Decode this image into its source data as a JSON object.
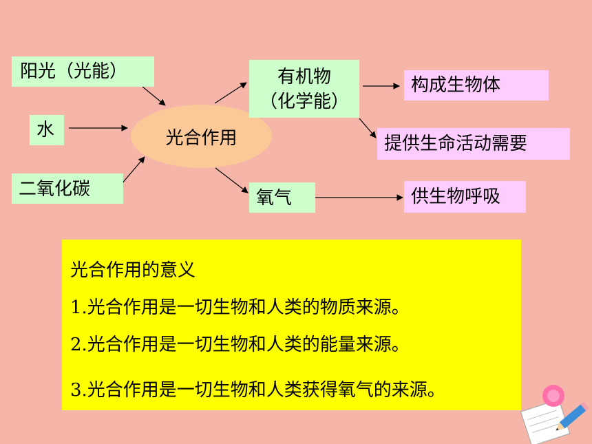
{
  "inputs": {
    "sunlight": "阳光（光能）",
    "water": "水",
    "co2": "二氧化碳"
  },
  "center": "光合作用",
  "outputs": {
    "organic_line1": "有机物",
    "organic_line2": "（化学能）",
    "oxygen": "氧气"
  },
  "destinations": {
    "body": "构成生物体",
    "life": "提供生命活动需要",
    "breath": "供生物呼吸"
  },
  "meaning": {
    "title": "光合作用的意义",
    "items": [
      "1.光合作用是一切生物和人类的物质来源。",
      "2.光合作用是一切生物和人类的能量来源。",
      "3.光合作用是一切生物和人类获得氧气的来源。"
    ]
  },
  "colors": {
    "background": "#f5b5a8",
    "input_box": "#ccffcc",
    "destination_box": "#ffccff",
    "ellipse": "#fbc898",
    "meaning_box": "#ffff00"
  },
  "decoration": "pencil-and-notepad-icon"
}
